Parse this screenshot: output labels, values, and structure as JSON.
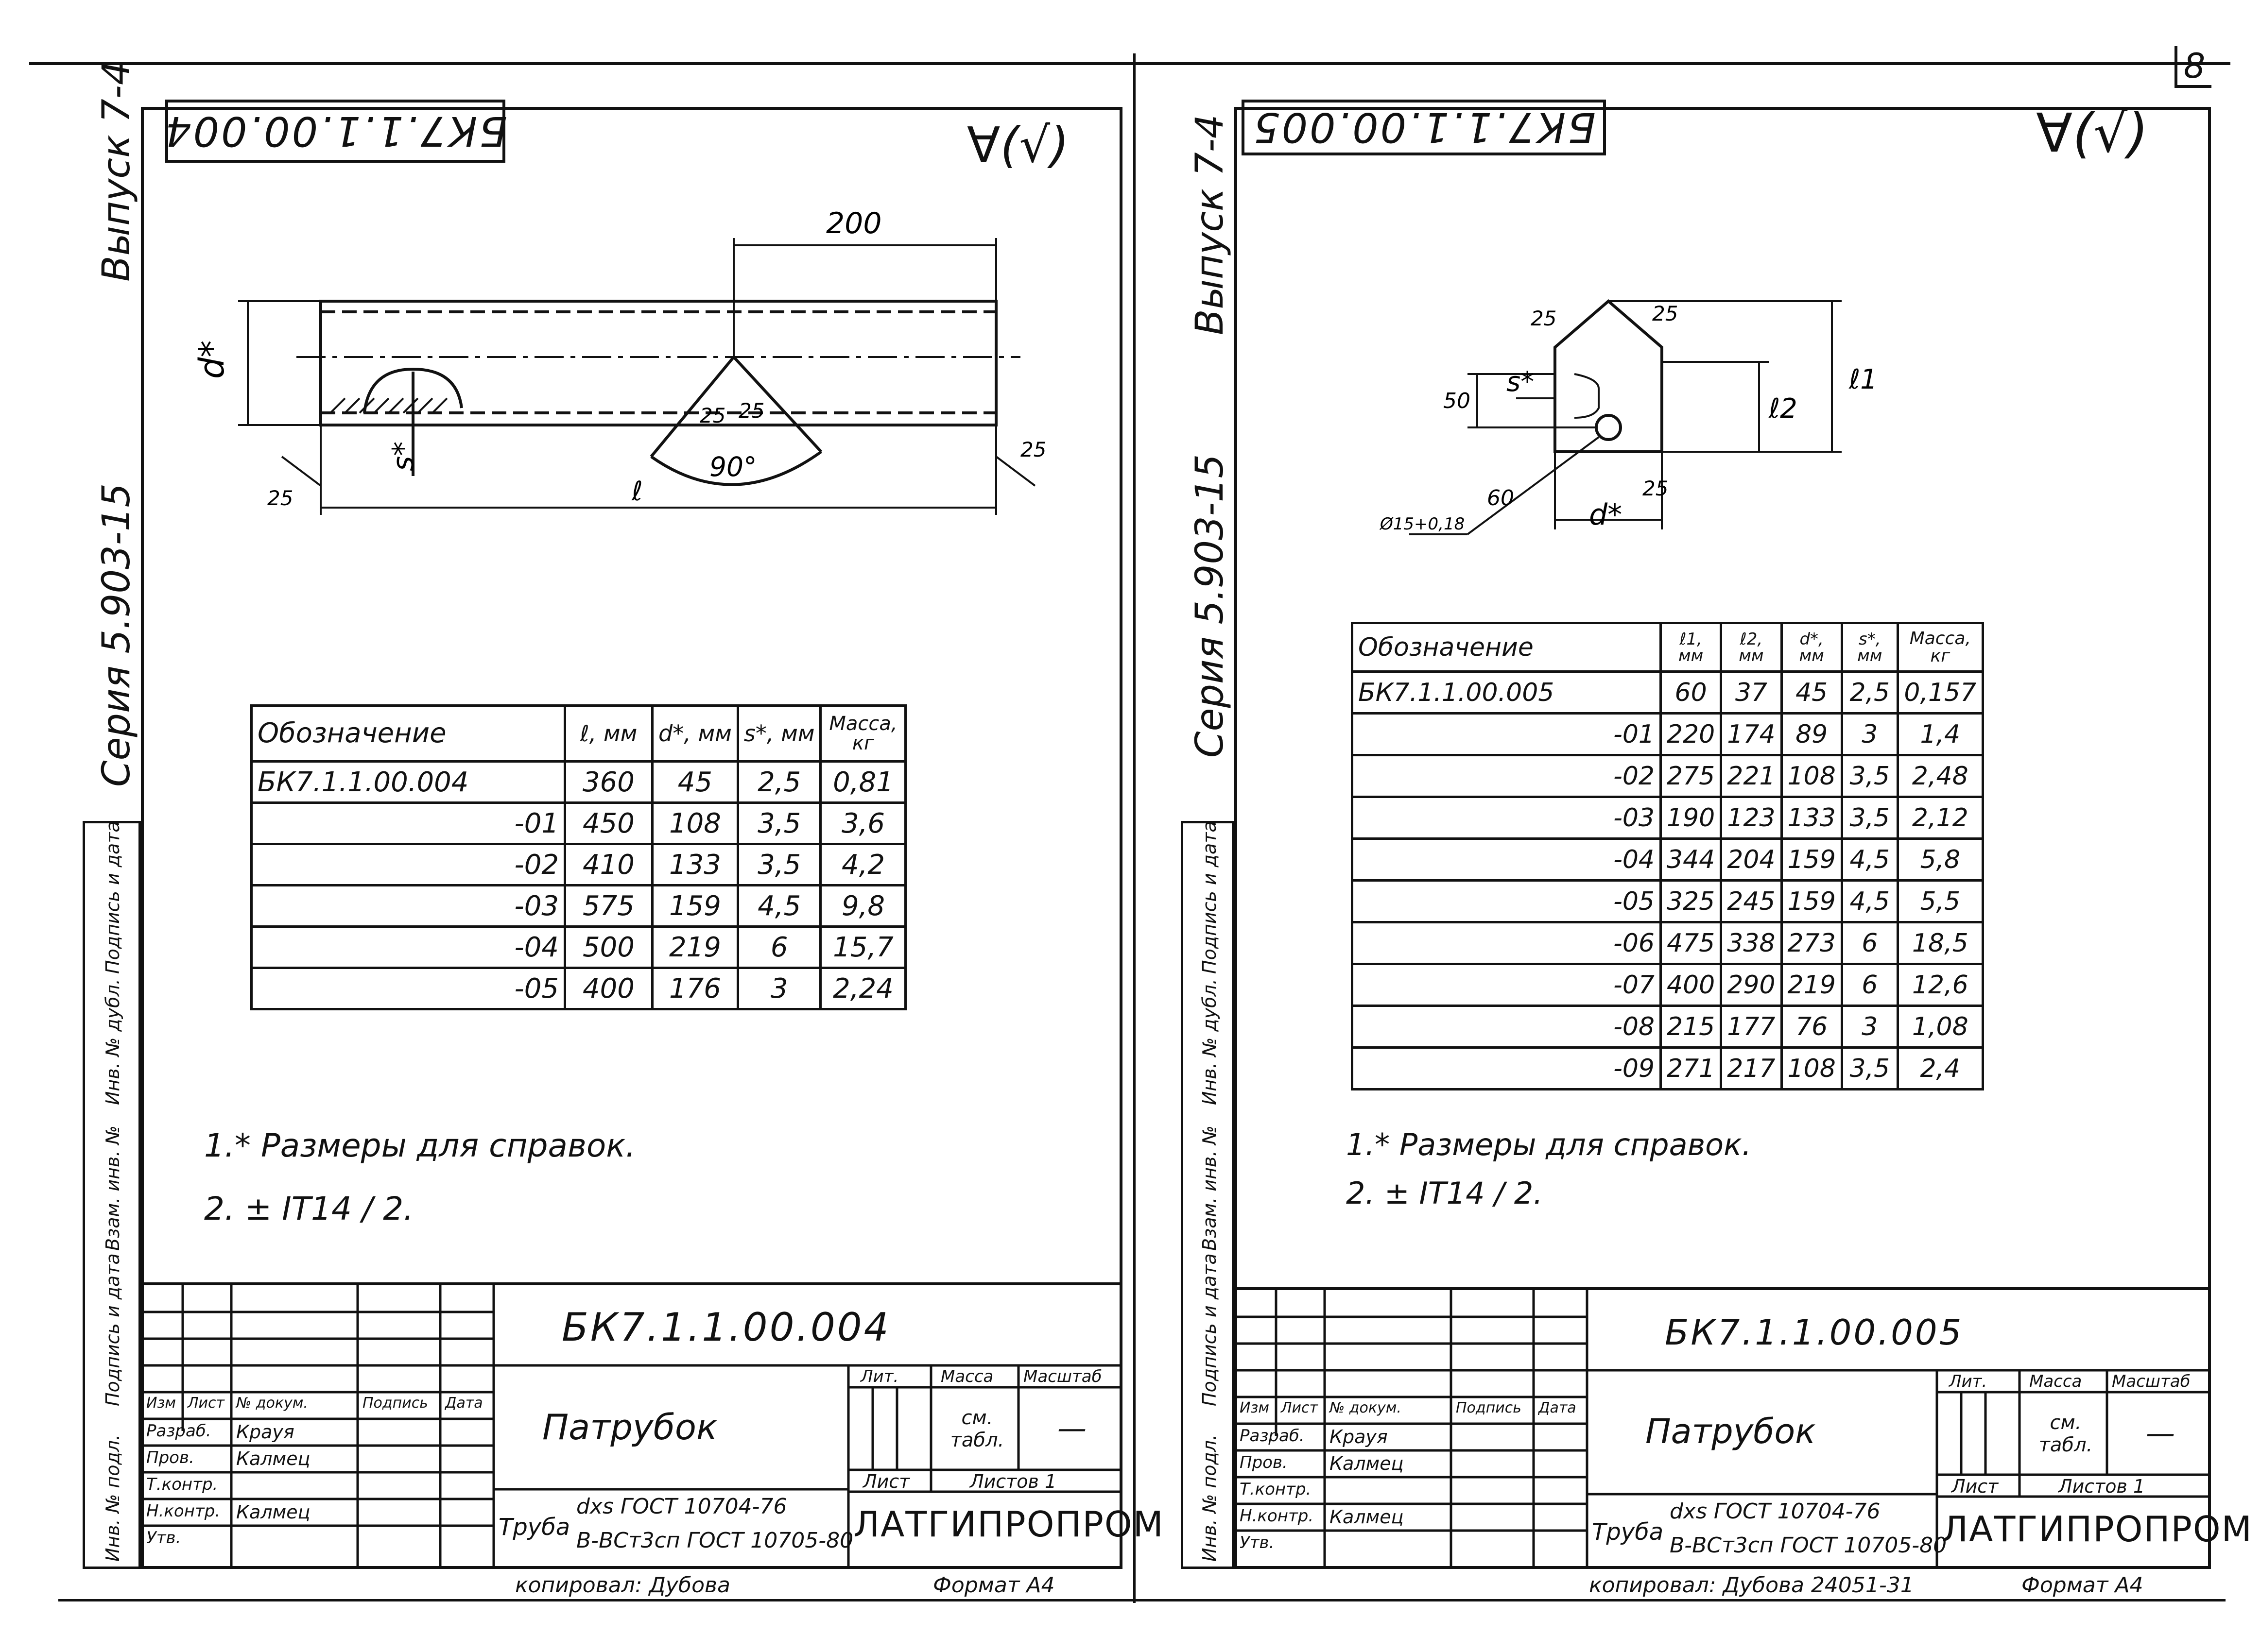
{
  "page_number": "8",
  "left": {
    "series_label": "Серия 5.903-15",
    "issue_label": "Выпуск 7-4",
    "top_code": "БК7.1.1.00.004",
    "roughness_mark": "∀(√)",
    "drawing_labels": {
      "dim_200": "200",
      "d_star": "d*",
      "s_star": "s*",
      "l": "ℓ",
      "angle": "90°",
      "r25a": "25",
      "r25b": "25",
      "r25c": "25",
      "r25d": "25"
    },
    "table": {
      "headers": [
        "Обозначение",
        "ℓ, мм",
        "d*, мм",
        "s*, мм",
        "Масса, кг"
      ],
      "rows": [
        [
          "БК7.1.1.00.004",
          "360",
          "45",
          "2,5",
          "0,81"
        ],
        [
          "-01",
          "450",
          "108",
          "3,5",
          "3,6"
        ],
        [
          "-02",
          "410",
          "133",
          "3,5",
          "4,2"
        ],
        [
          "-03",
          "575",
          "159",
          "4,5",
          "9,8"
        ],
        [
          "-04",
          "500",
          "219",
          "6",
          "15,7"
        ],
        [
          "-05",
          "400",
          "176",
          "3",
          "2,24"
        ]
      ]
    },
    "notes": [
      "1.* Размеры для справок.",
      "2. ± IT14 / 2."
    ],
    "title_block": {
      "code": "БК7.1.1.00.004",
      "name": "Патрубок",
      "lit": "Лит.",
      "mass": "Масса",
      "scale": "Масштаб",
      "mass_value": "см. табл.",
      "scale_value": "—",
      "sheet": "Лист",
      "sheets": "Листов 1",
      "material_prefix": "Труба",
      "material_line1": "dxs ГОСТ 10704-76",
      "material_line2": "В-ВСт3сп ГОСТ 10705-80",
      "org": "ЛАТГИПРОПРОМ",
      "roles": [
        "Изм",
        "Лист",
        "№ докум.",
        "Подпись",
        "Дата"
      ],
      "people": [
        [
          "Разраб.",
          "Крауя"
        ],
        [
          "Пров.",
          "Калмец"
        ],
        [
          "Т.контр.",
          ""
        ],
        [
          "Н.контр.",
          "Калмец"
        ],
        [
          "Утв.",
          ""
        ]
      ],
      "copied": "копировал: Дубова",
      "format": "Формат А4"
    },
    "side_stamps": [
      "Инв. № подл.",
      "Подпись и дата",
      "Взам. инв. №",
      "Инв. № дубл.",
      "Подпись и дата"
    ]
  },
  "right": {
    "series_label": "Серия 5.903-15",
    "issue_label": "Выпуск 7-4",
    "top_code": "БК7.1.1.00.005",
    "roughness_mark": "∀(√)",
    "drawing_labels": {
      "r25a": "25",
      "r25b": "25",
      "r25c": "25",
      "s_star": "s*",
      "d_star": "d*",
      "l1": "ℓ1",
      "l2": "ℓ2",
      "dim_50": "50",
      "dim_60": "60",
      "hole": "Ø15+0,18"
    },
    "table": {
      "headers": [
        "Обозначение",
        "ℓ1, мм",
        "ℓ2, мм",
        "d*, мм",
        "s*, мм",
        "Масса, кг"
      ],
      "rows": [
        [
          "БК7.1.1.00.005",
          "60",
          "37",
          "45",
          "2,5",
          "0,157"
        ],
        [
          "-01",
          "220",
          "174",
          "89",
          "3",
          "1,4"
        ],
        [
          "-02",
          "275",
          "221",
          "108",
          "3,5",
          "2,48"
        ],
        [
          "-03",
          "190",
          "123",
          "133",
          "3,5",
          "2,12"
        ],
        [
          "-04",
          "344",
          "204",
          "159",
          "4,5",
          "5,8"
        ],
        [
          "-05",
          "325",
          "245",
          "159",
          "4,5",
          "5,5"
        ],
        [
          "-06",
          "475",
          "338",
          "273",
          "6",
          "18,5"
        ],
        [
          "-07",
          "400",
          "290",
          "219",
          "6",
          "12,6"
        ],
        [
          "-08",
          "215",
          "177",
          "76",
          "3",
          "1,08"
        ],
        [
          "-09",
          "271",
          "217",
          "108",
          "3,5",
          "2,4"
        ]
      ]
    },
    "notes": [
      "1.* Размеры для справок.",
      "2. ± IT14 / 2."
    ],
    "title_block": {
      "code": "БК7.1.1.00.005",
      "name": "Патрубок",
      "lit": "Лит.",
      "mass": "Масса",
      "scale": "Масштаб",
      "mass_value": "см. табл.",
      "scale_value": "—",
      "sheet": "Лист",
      "sheets": "Листов 1",
      "material_prefix": "Труба",
      "material_line1": "dxs ГОСТ 10704-76",
      "material_line2": "В-ВСт3сп ГОСТ 10705-80",
      "org": "ЛАТГИПРОПРОМ",
      "roles": [
        "Изм",
        "Лист",
        "№ докум.",
        "Подпись",
        "Дата"
      ],
      "people": [
        [
          "Разраб.",
          "Крауя"
        ],
        [
          "Пров.",
          "Калмец"
        ],
        [
          "Т.контр.",
          ""
        ],
        [
          "Н.контр.",
          "Калмец"
        ],
        [
          "Утв.",
          ""
        ]
      ],
      "copied": "копировал: Дубова 24051-31",
      "format": "Формат А4"
    },
    "side_stamps": [
      "Инв. № подл.",
      "Подпись и дата",
      "Взам. инв. №",
      "Инв. № дубл.",
      "Подпись и дата"
    ]
  }
}
